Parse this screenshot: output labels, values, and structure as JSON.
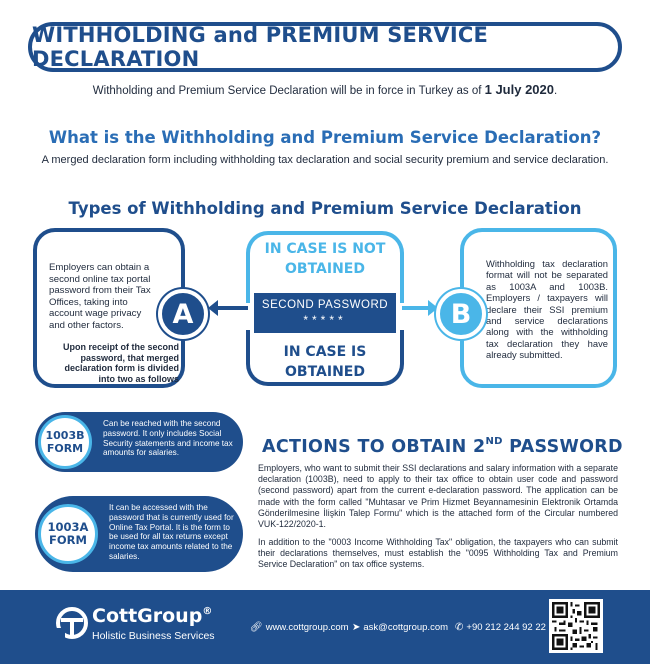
{
  "header": {
    "title": "WITHHOLDING and PREMIUM SERVICE DECLARATION"
  },
  "intro": {
    "text": "Withholding and Premium Service Declaration will be in force in Turkey as of ",
    "date": "1 July 2020",
    "end": "."
  },
  "what": {
    "heading": "What is the Withholding and Premium Service Declaration?",
    "description": "A merged declaration form including withholding tax declaration and social security premium and service declaration."
  },
  "types": {
    "heading": "Types of Withholding and Premium Service Declaration",
    "card_a": {
      "letter": "A",
      "text": "Employers can obtain a second online tax portal password from their Tax Offices, taking into account wage privacy and other factors.",
      "note": "Upon receipt of the second password, that merged declaration form is divided into two as follows"
    },
    "center": {
      "not_obtained": "IN CASE IS NOT OBTAINED",
      "password_label": "SECOND PASSWORD",
      "password_stars": "*****",
      "obtained": "IN CASE IS OBTAINED"
    },
    "card_b": {
      "letter": "B",
      "text": "Withholding tax declaration format will not be separated as 1003A and 1003B. Employers / taxpayers will declare their SSI premium and service declarations along with the withholding tax declaration they have already submitted."
    }
  },
  "forms": [
    {
      "code": "1003B",
      "label": "FORM",
      "text": "Can be reached with the second password. It only includes Social Security statements and income tax amounts for salaries."
    },
    {
      "code": "1003A",
      "label": "FORM",
      "text": "It can be accessed with the password that is currently used for Online Tax Portal. It is the form to be used for all tax returns except income tax amounts related to the salaries."
    }
  ],
  "actions": {
    "heading": "ACTIONS TO OBTAIN 2",
    "heading_sup": "ND",
    "heading_end": " PASSWORD",
    "p1": "Employers, who want to submit their SSI declarations and salary information with a separate declaration (1003B), need to apply to their tax office to obtain user code and password (second password) apart from the current e-declaration password. The application can be made with the form called \"Muhtasar ve Prim Hizmet Beyannamesinin Elektronik Ortamda Gönderilmesine İlişkin Talep Formu\" which is the attached form of the Circular numbered VUK-122/2020-1.",
    "p2": "In addition to the \"0003 Income Withholding Tax\" obligation, the taxpayers who can submit their declarations themselves, must establish the \"0095 Withholding Tax and Premium Service Declaration\" on tax office systems."
  },
  "footer": {
    "brand": "CottGroup",
    "brand_mark": "®",
    "tagline": "Holistic Business Services",
    "website": "www.cottgroup.com",
    "email": "ask@cottgroup.com",
    "phone": "+90 212 244 92 22"
  },
  "colors": {
    "navy": "#1f4e8c",
    "sky": "#4ab6e8"
  }
}
